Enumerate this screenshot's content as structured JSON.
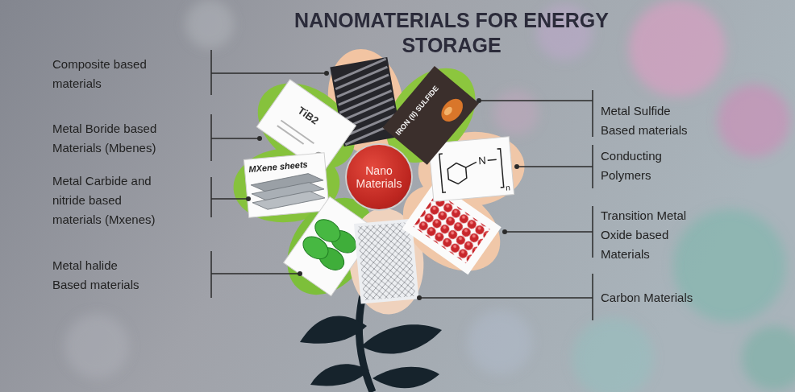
{
  "diagram": {
    "title": "NANOMATERIALS FOR ENERGY STORAGE",
    "nodes": [
      {
        "text": [
          "Nano Materials"
        ]
      }
    ],
    "labels": [
      "Composite based materials",
      "Metal Boride based Materials (Mbenes)",
      "Metal Carbide and nitride based materials (Mxenes)",
      "Metal halide Based materials",
      "Metal Sulfide Based materials",
      "Conducting Polymers",
      "Transition Metal Oxide based Materials",
      "Carbon Materials",
      "TiB2",
      "MXene sheets",
      "IRON (II) SULFIDE",
      "N",
      "n"
    ]
  }
}
